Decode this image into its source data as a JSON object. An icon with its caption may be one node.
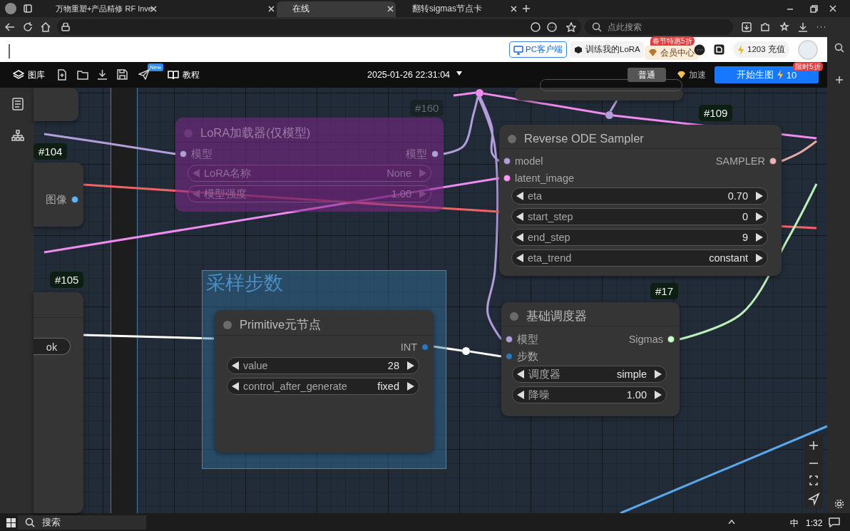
{
  "diagram": {
    "nodes": [
      {
        "text": [],
        "shape": "box"
      },
      {
        "text": [
          "图像"
        ],
        "beside": [
          "#104"
        ]
      },
      {
        "text": [
          "LoRA加载器(仅模型)",
          "模型",
          "模型",
          "LoRA名称",
          "None",
          "模型强度",
          "1.00"
        ],
        "beside": [
          "#160"
        ]
      },
      {
        "text": [],
        "shape": "box"
      },
      {
        "text": [
          "Reverse ODE Sampler",
          "model",
          "SAMPLER",
          "latent_image",
          "eta",
          "0.70",
          "start_step",
          "0",
          "end_step",
          "9",
          "eta_trend",
          "constant"
        ],
        "beside": [
          "#109"
        ]
      },
      {
        "text": [
          "ok"
        ],
        "beside": [
          "#105"
        ]
      },
      {
        "text": [
          "采样步数"
        ]
      },
      {
        "text": [
          "Primitive元节点",
          "INT",
          "value",
          "28",
          "control_after_generate",
          "fixed"
        ],
        "in": 6
      },
      {
        "text": [
          "基础调度器",
          "模型",
          "Sigmas",
          "步数",
          "调度器",
          "simple",
          "降噪",
          "1.00"
        ],
        "beside": [
          "#17"
        ]
      },
      {
        "text": [],
        "shape": "circle"
      },
      {
        "text": [],
        "shape": "circle"
      },
      {
        "text": [],
        "shape": "circle"
      }
    ],
    "edges": [
      {
        "from": null,
        "to": 2,
        "arrow": "none",
        "color": "#b39ddb"
      },
      {
        "from": 2,
        "to": 9,
        "arrow": "none",
        "color": "#b39ddb"
      },
      {
        "from": null,
        "to": 9,
        "arrow": "none",
        "color": "#f08cf0"
      },
      {
        "from": 9,
        "to": 10,
        "arrow": "none",
        "color": "#f08cf0"
      },
      {
        "from": 10,
        "to": null,
        "arrow": "none",
        "color": "#f08cf0"
      },
      {
        "from": 3,
        "to": 10,
        "arrow": "none",
        "color": "#b39ddb"
      },
      {
        "from": 9,
        "to": 4,
        "arrow": "none",
        "color": "#b39ddb"
      },
      {
        "from": 9,
        "to": 8,
        "arrow": "none",
        "color": "#b39ddb"
      },
      {
        "from": null,
        "to": 4,
        "arrow": "none",
        "color": "#f08cf0"
      },
      {
        "from": 1,
        "to": null,
        "arrow": "none",
        "color": "#f06464"
      },
      {
        "from": 4,
        "to": null,
        "arrow": "none",
        "color": "#e8aaa4"
      },
      {
        "from": 8,
        "to": null,
        "arrow": "none",
        "color": "#b8f0b8"
      },
      {
        "from": 5,
        "to": 7,
        "arrow": "none",
        "color": "#ffffff"
      },
      {
        "from": 7,
        "to": 11,
        "arrow": "none",
        "color": "#ffffff"
      },
      {
        "from": 11,
        "to": 8,
        "arrow": "none",
        "color": "#ffffff"
      }
    ],
    "labels": [
      "万物重塑+产品精修 RF Inve",
      "在线",
      "翻转sigmas节点卡",
      "点此搜索",
      "PC客户端",
      "训练我的LoRA",
      "春节特惠5折",
      "会员中心",
      "1203 充值",
      "图库",
      "New",
      "教程",
      "2025-01-26 22:31:04",
      "普通",
      "加速",
      "开始生图",
      "10",
      "限时5折",
      "搜索",
      "中",
      "1:32"
    ]
  }
}
